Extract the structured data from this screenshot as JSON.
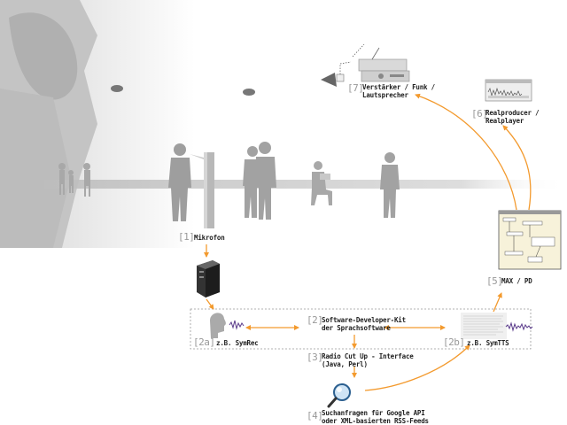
{
  "steps": {
    "s1": {
      "num": "[1]",
      "label": "Mikrofon"
    },
    "s2": {
      "num": "[2]",
      "label1": "Software-Developer-Kit",
      "label2": "der Sprachsoftware"
    },
    "s2a": {
      "num": "[2a]",
      "label": "z.B. SymRec"
    },
    "s2b": {
      "num": "[2b]",
      "label": "z.B. SymTTS"
    },
    "s3": {
      "num": "[3]",
      "label1": "Radio Cut Up - Interface",
      "label2": "(Java, Perl)"
    },
    "s4": {
      "num": "[4]",
      "label1": "Suchanfragen für Google API",
      "label2": "oder XML-basierten RSS-Feeds"
    },
    "s5": {
      "num": "[5]",
      "label": "MAX / PD"
    },
    "s6": {
      "num": "[6]",
      "label1": "Realproducer /",
      "label2": "Realplayer"
    },
    "s7": {
      "num": "[7]",
      "label1": "Verstärker / Funk /",
      "label2": "Lautsprecher"
    }
  },
  "colors": {
    "arrow": "#f39a2e",
    "people": "#9e9e9e",
    "ground": "#bdbdbd",
    "label": "#222222",
    "number": "#999999"
  }
}
